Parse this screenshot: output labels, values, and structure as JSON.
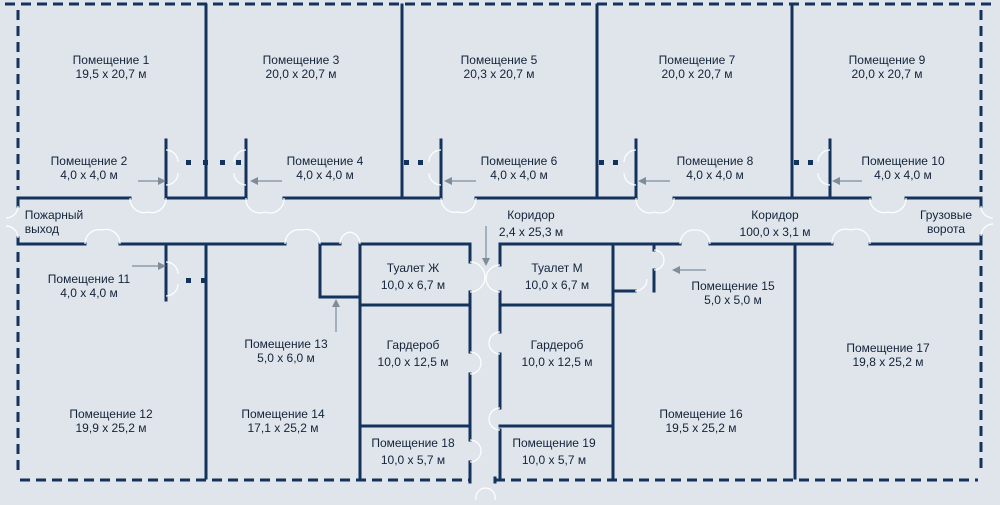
{
  "plan": {
    "rooms": [
      {
        "id": "r1",
        "name": "Помещение 1",
        "size": "19,5 х 20,7 м"
      },
      {
        "id": "r2",
        "name": "Помещение 2",
        "size": "4,0 х 4,0 м"
      },
      {
        "id": "r3",
        "name": "Помещение 3",
        "size": "20,0 х 20,7 м"
      },
      {
        "id": "r4",
        "name": "Помещение 4",
        "size": "4,0 х 4,0 м"
      },
      {
        "id": "r5",
        "name": "Помещение 5",
        "size": "20,3 х 20,7 м"
      },
      {
        "id": "r6",
        "name": "Помещение 6",
        "size": "4,0 х 4,0 м"
      },
      {
        "id": "r7",
        "name": "Помещение 7",
        "size": "20,0 х 20,7 м"
      },
      {
        "id": "r8",
        "name": "Помещение 8",
        "size": "4,0 х 4,0 м"
      },
      {
        "id": "r9",
        "name": "Помещение 9",
        "size": "20,0 х 20,7 м"
      },
      {
        "id": "r10",
        "name": "Помещение 10",
        "size": "4,0 х 4,0 м"
      },
      {
        "id": "fire_exit",
        "name": "Пожарный",
        "size": "выход"
      },
      {
        "id": "corr_center",
        "name": "Коридор",
        "size": "2,4 х 25,3 м"
      },
      {
        "id": "corr_main",
        "name": "Коридор",
        "size": "100,0 х 3,1 м"
      },
      {
        "id": "cargo_gate",
        "name": "Грузовые",
        "size": "ворота"
      },
      {
        "id": "r11",
        "name": "Помещение 11",
        "size": "4,0 х 4,0 м"
      },
      {
        "id": "wc_f",
        "name": "Туалет Ж",
        "size": "10,0 х 6,7 м"
      },
      {
        "id": "wc_m",
        "name": "Туалет М",
        "size": "10,0 х 6,7 м"
      },
      {
        "id": "r15",
        "name": "Помещение 15",
        "size": "5,0 х 5,0 м"
      },
      {
        "id": "r13",
        "name": "Помещение 13",
        "size": "5,0 х 6,0 м"
      },
      {
        "id": "cloak_l",
        "name": "Гардероб",
        "size": "10,0 х 12,5 м"
      },
      {
        "id": "cloak_r",
        "name": "Гардероб",
        "size": "10,0 х 12,5 м"
      },
      {
        "id": "r17",
        "name": "Помещение 17",
        "size": "19,8 х 25,2 м"
      },
      {
        "id": "r12",
        "name": "Помещение 12",
        "size": "19,9 х 25,2 м"
      },
      {
        "id": "r14",
        "name": "Помещение 14",
        "size": "17,1 х 25,2 м"
      },
      {
        "id": "r16",
        "name": "Помещение 16",
        "size": "19,5 х 25,2 м"
      },
      {
        "id": "r18",
        "name": "Помещение 18",
        "size": "10,0 х 5,7 м"
      },
      {
        "id": "r19",
        "name": "Помещение 19",
        "size": "10,0 х 5,7 м"
      }
    ],
    "colors": {
      "background": "#dfe5ea",
      "walls": "#13335c",
      "doors": "#ffffff",
      "arrows": "#7d8d9c",
      "text": "#13233a"
    }
  }
}
